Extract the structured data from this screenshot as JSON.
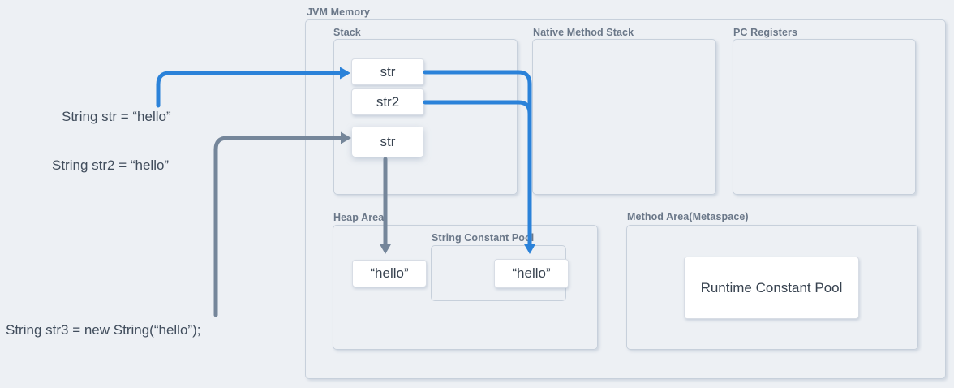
{
  "colors": {
    "arrow_blue": "#2b82d9",
    "arrow_gray": "#75869a"
  },
  "jvm": {
    "label": "JVM Memory"
  },
  "code": {
    "line1": "String str = “hello”",
    "line2": "String str2 = “hello”",
    "line3": "String str3 = new String(“hello”);"
  },
  "stack": {
    "label": "Stack",
    "cells": [
      "str",
      "str2",
      "str"
    ]
  },
  "native_method_stack": {
    "label": "Native Method Stack"
  },
  "pc_registers": {
    "label": "PC Registers"
  },
  "heap": {
    "label": "Heap Area",
    "hello": "“hello”"
  },
  "string_constant_pool": {
    "label": "String Constant Pool",
    "hello": "“hello”"
  },
  "method_area": {
    "label": "Method Area(Metaspace)",
    "runtime_constant_pool": "Runtime Constant Pool"
  }
}
